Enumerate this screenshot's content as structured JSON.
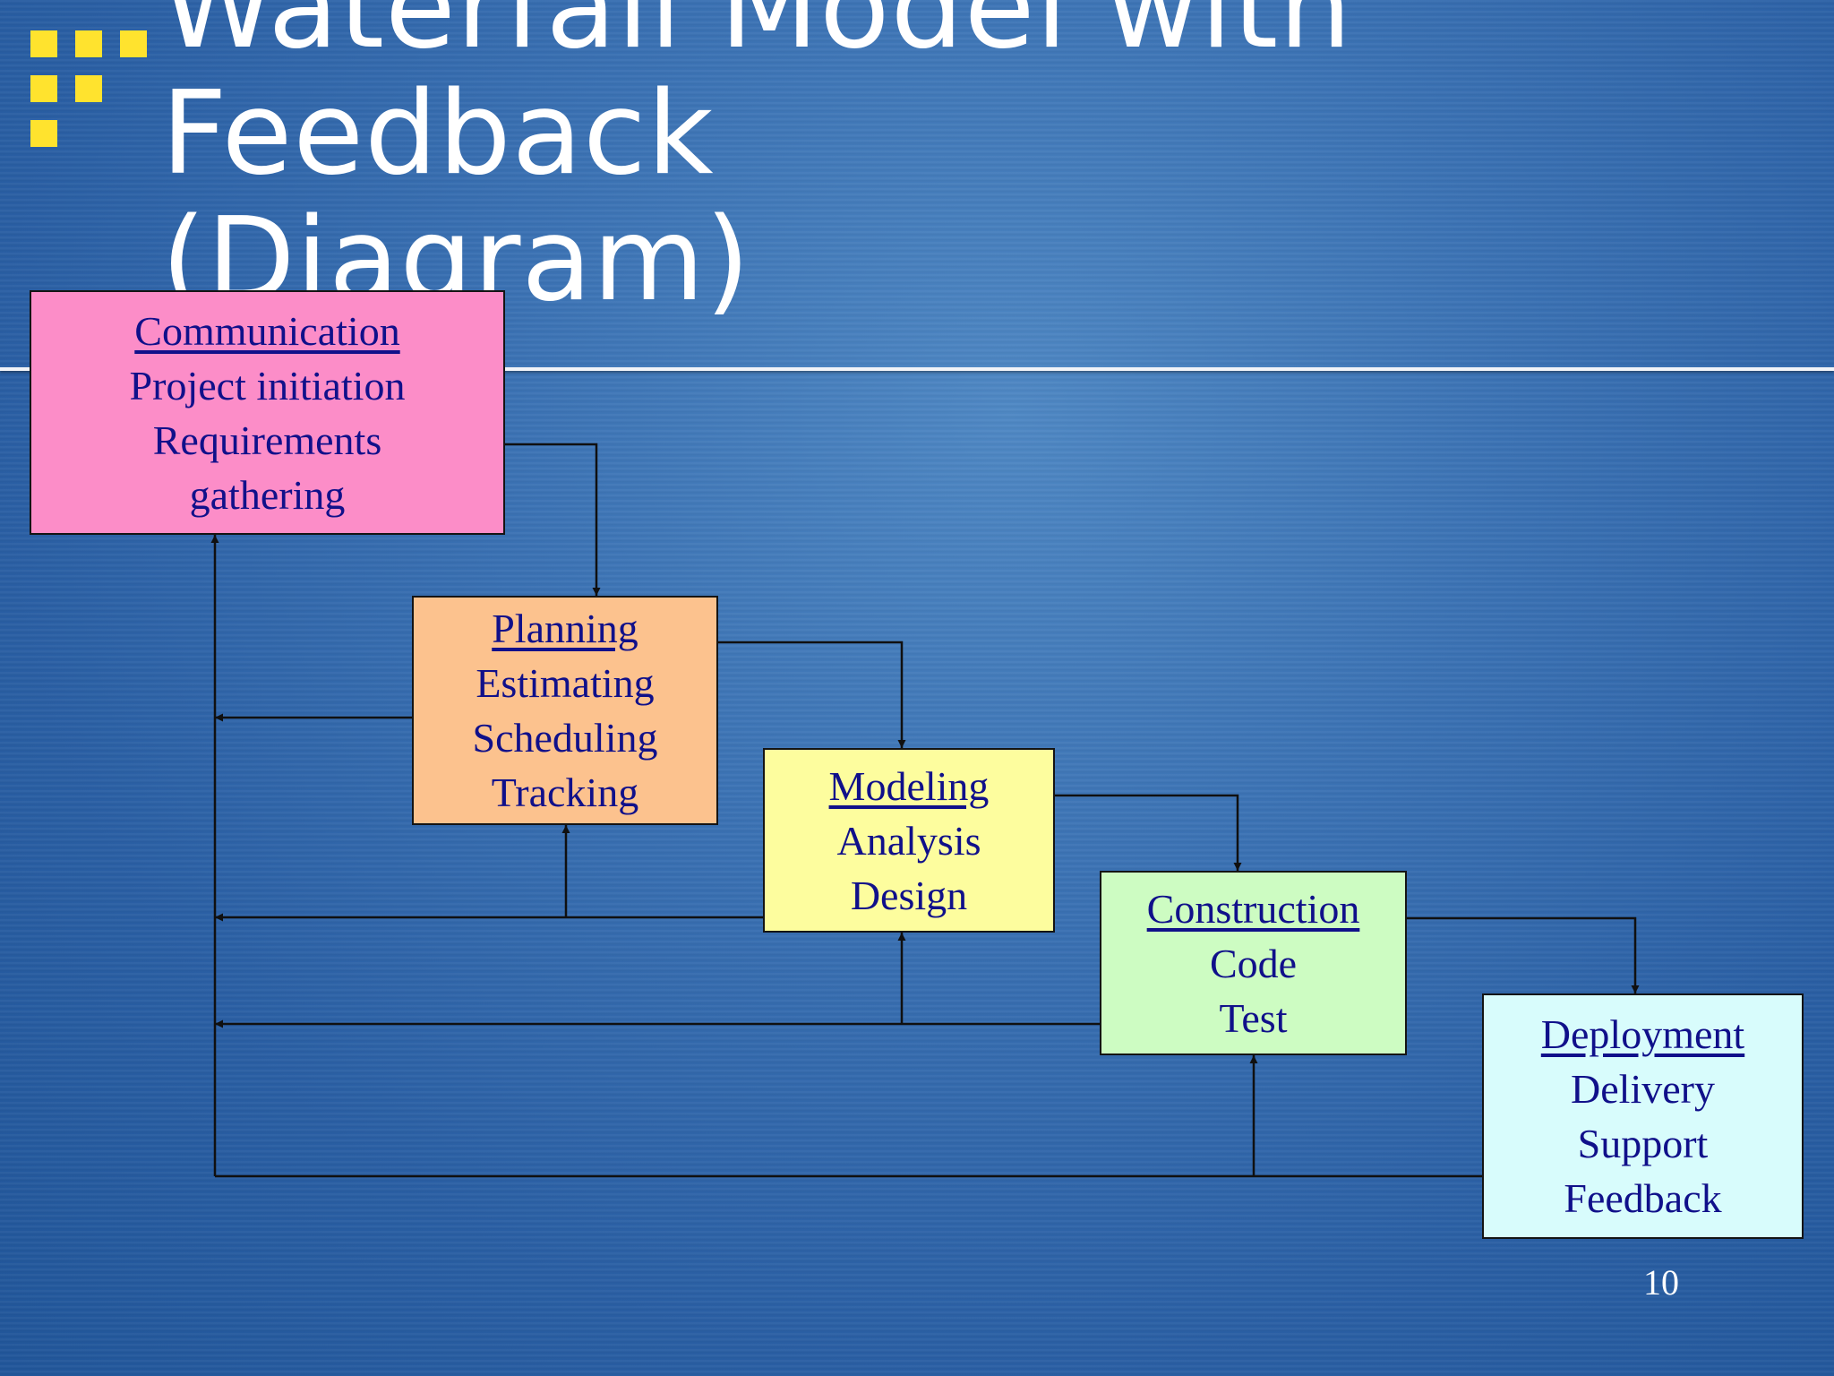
{
  "slide": {
    "title_lines": [
      "Waterfall Model with",
      "Feedback",
      "(Diagram)"
    ],
    "page_number": "10"
  },
  "colors": {
    "background": "#2f66a9",
    "title_text": "#ffffff",
    "logo_squares": "#ffe32e",
    "box_text": "#10108a",
    "communication": "#fc8dc8",
    "planning": "#fcc28e",
    "modeling": "#fdfd9e",
    "construction": "#cdfcc2",
    "deployment": "#d8fcfc"
  },
  "phases": [
    {
      "title": "Communication",
      "lines": [
        "Project initiation",
        "Requirements",
        "gathering"
      ]
    },
    {
      "title": "Planning",
      "lines": [
        "Estimating",
        "Scheduling",
        "Tracking"
      ]
    },
    {
      "title": "Modeling",
      "lines": [
        "Analysis",
        "Design"
      ]
    },
    {
      "title": "Construction",
      "lines": [
        "Code",
        "Test"
      ]
    },
    {
      "title": "Deployment",
      "lines": [
        "Delivery",
        "Support",
        "Feedback"
      ]
    }
  ]
}
